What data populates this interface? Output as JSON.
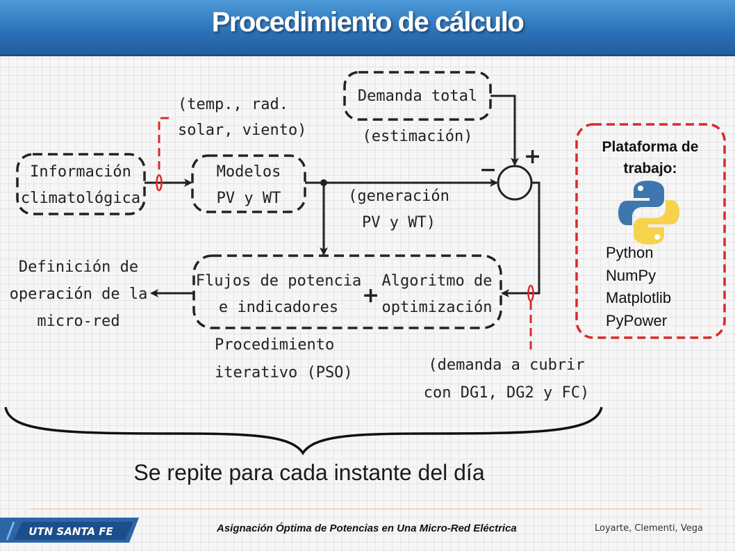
{
  "header": {
    "title": "Procedimiento de cálculo"
  },
  "diagram": {
    "climate_info": [
      "Información",
      "climatológica"
    ],
    "climate_vars": [
      "(temp., rad.",
      "solar, viento)"
    ],
    "models": [
      "Modelos",
      "PV y WT"
    ],
    "total_demand": "Demanda total",
    "estimation": "(estimación)",
    "generation": [
      "(generación",
      "PV y WT)"
    ],
    "power_flows": [
      "Flujos de potencia",
      "e indicadores"
    ],
    "algorithm": [
      "Algoritmo de",
      "optimización"
    ],
    "plus_inner": "+",
    "sum_plus": "+",
    "sum_minus": "−",
    "operation_def": [
      "Definición de",
      "operación de la",
      "micro-red"
    ],
    "iterative": [
      "Procedimiento",
      "iterativo (PSO)"
    ],
    "demand_to_cover": [
      "(demanda a cubrir",
      "con DG1, DG2 y FC)"
    ]
  },
  "platform": {
    "title": "Plataforma de trabajo:",
    "items": [
      "Python",
      "NumPy",
      "Matplotlib",
      "PyPower"
    ],
    "logo": "python-logo-icon"
  },
  "repeat_text": "Se repite para cada instante del día",
  "footer": {
    "logo_text": "UTN SANTA FE",
    "title": "Asignación Óptima de Potencias en Una Micro-Red Eléctrica",
    "authors": "Loyarte, Clementi, Vega"
  },
  "colors": {
    "header": "#2a70b6",
    "accent_red": "#d92b2b",
    "badge": "#1c4f8a"
  }
}
